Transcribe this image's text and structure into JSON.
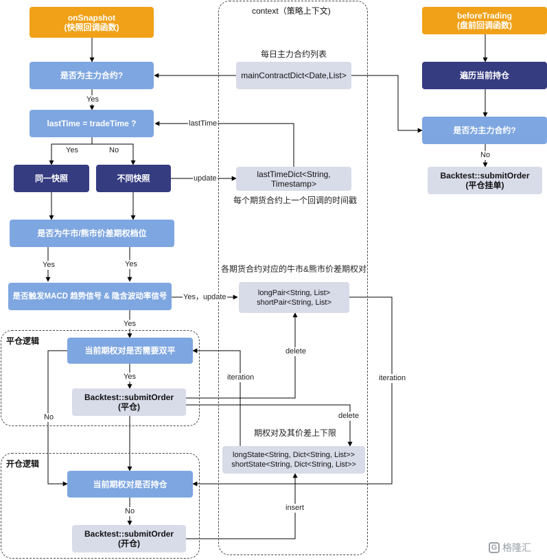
{
  "context": {
    "title": "context（策略上下文)"
  },
  "groups": {
    "close_logic": "平仓逻辑",
    "open_logic": "开仓逻辑"
  },
  "nodes": {
    "on_snapshot": {
      "line1": "onSnapshot",
      "line2": "(快照回调函数)"
    },
    "is_main_1": "是否为主力合约?",
    "last_time_check": "lastTime = tradeTime ?",
    "same_snapshot": "同一快照",
    "diff_snapshot": "不同快照",
    "bull_bear_check": "是否为牛市/熊市价差期权档位",
    "macd_check": "是否触发MACD 趋势信号 & 隐含波动率信号",
    "need_close": "当前期权对是否需要双平",
    "submit_close": {
      "line1": "Backtest::submitOrder",
      "line2": "(平仓)"
    },
    "hold_check": "当前期权对是否持仓",
    "submit_open": {
      "line1": "Backtest::submitOrder",
      "line2": "(开仓)"
    },
    "main_contract_dict": "mainContractDict<Date,List>",
    "last_time_dict": {
      "line1": "lastTimeDict<String,",
      "line2": "Timestamp>"
    },
    "pair": {
      "line1": "longPair<String, List>",
      "line2": "shortPair<String, List>"
    },
    "state": {
      "line1": "longState<String, Dict<String, List>>",
      "line2": "shortState<String, Dict<String, List>>"
    },
    "before_trading": {
      "line1": "beforeTrading",
      "line2": "(盘前回调函数)"
    },
    "iterate_holdings": "遍历当前持仓",
    "is_main_2": "是否为主力合约?",
    "submit_close_pending": {
      "line1": "Backtest::submitOrder",
      "line2": "(平仓挂单)"
    }
  },
  "captions": {
    "main_dict": "每日主力合约列表",
    "last_time_dict": "每个期货合约上一个回调的时间戳",
    "pair": "各期货合约对应的牛市&熊市价差期权对",
    "state": "期权对及其价差上下限"
  },
  "edge_labels": {
    "yes_1": "Yes",
    "yes_2": "Yes",
    "no_1": "No",
    "last_time": "lastTime",
    "update": "update",
    "yes_3": "Yes",
    "yes_4": "Yes",
    "yes_update": "Yes，update",
    "yes_5": "Yes",
    "yes_6": "Yes",
    "no_2": "No",
    "delete_1": "delete",
    "delete_2": "delete",
    "iteration_1": "iteration",
    "iteration_2": "iteration",
    "no_3": "No",
    "insert": "insert",
    "no_4": "No"
  },
  "colors": {
    "orange": "#f0a118",
    "blue": "#7ea6e0",
    "navy": "#363c80",
    "gray": "#d8dbe8",
    "line": "#000000"
  },
  "watermark": {
    "text": "格隆汇",
    "icon": "gelonghui-logo-icon"
  }
}
